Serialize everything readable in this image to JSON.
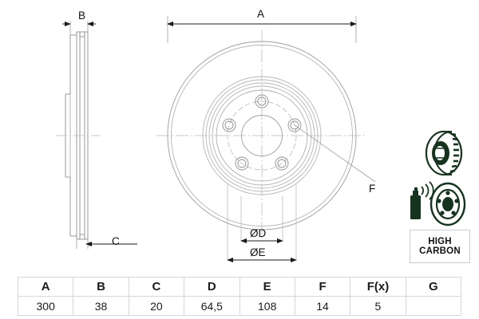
{
  "drawing": {
    "title": "brake-disc-technical-drawing",
    "dimension_labels": {
      "A": "A",
      "B": "B",
      "C": "C",
      "D": "ØD",
      "E": "ØE",
      "F": "F"
    }
  },
  "badges": {
    "high_carbon_line1": "HIGH",
    "high_carbon_line2": "CARBON"
  },
  "icons": {
    "vented_disc": "vented-brake-disc-icon",
    "coated_disc": "coated-brake-disc-icon",
    "spray_can": "spray-can-icon"
  },
  "spec_table": {
    "headers": [
      "A",
      "B",
      "C",
      "D",
      "E",
      "F",
      "F(x)",
      "G"
    ],
    "values": [
      "300",
      "38",
      "20",
      "64,5",
      "108",
      "14",
      "5",
      ""
    ]
  },
  "colors": {
    "line": "#8c8f93",
    "line_dark": "#4a4d50",
    "text": "#111111",
    "table_border": "#d5d7da",
    "icon_dark": "#1c3b2a",
    "background": "#ffffff"
  }
}
